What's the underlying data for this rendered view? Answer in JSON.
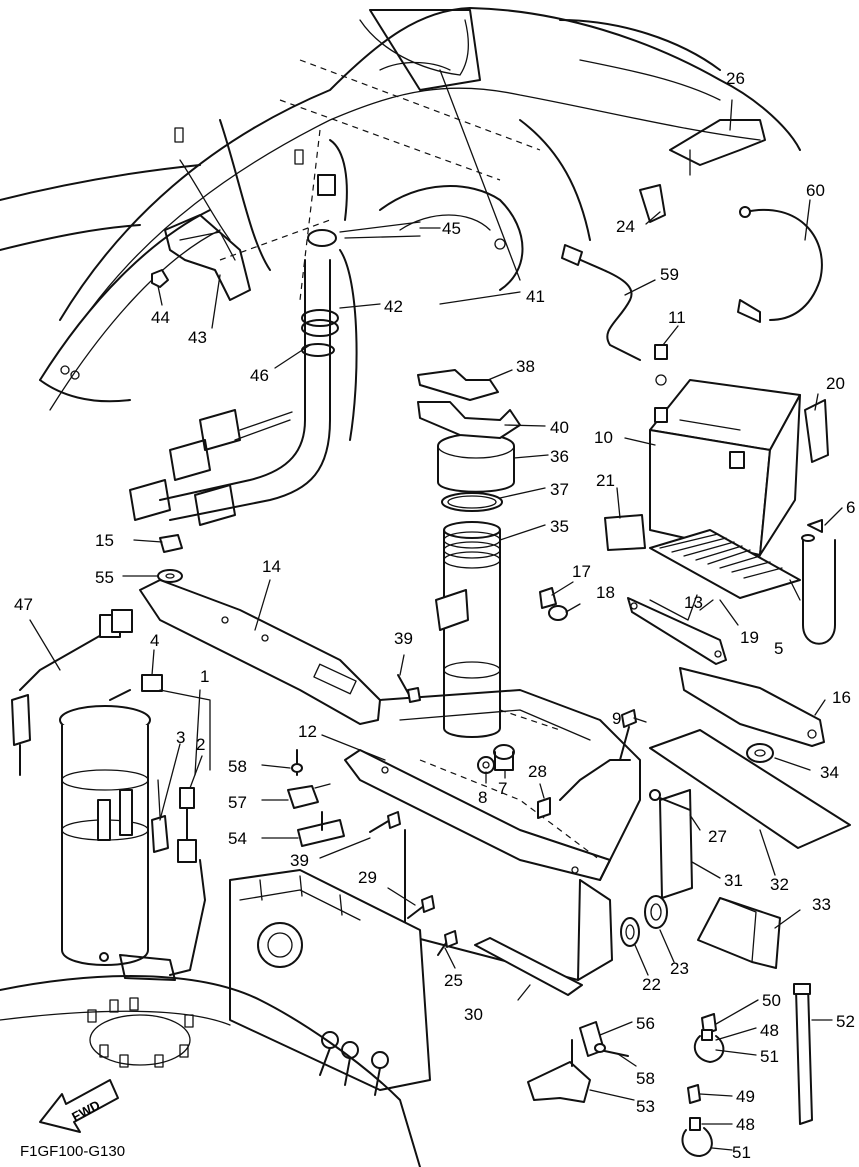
{
  "drawing_code": "F1GF100-G130",
  "fwd_label": "FWD",
  "callouts": {
    "c4": "4",
    "c1": "1",
    "c3": "3",
    "c2": "2",
    "c5": "5",
    "c6": "6",
    "c7": "7",
    "c8": "8",
    "c9": "9",
    "c10": "10",
    "c11": "11",
    "c12": "12",
    "c13": "13",
    "c14": "14",
    "c15": "15",
    "c16": "16",
    "c17": "17",
    "c18": "18",
    "c19": "19",
    "c20": "20",
    "c21": "21",
    "c22": "22",
    "c23": "23",
    "c24": "24",
    "c25": "25",
    "c26": "26",
    "c27": "27",
    "c28": "28",
    "c29": "29",
    "c30": "30",
    "c31": "31",
    "c32": "32",
    "c33": "33",
    "c34": "34",
    "c35": "35",
    "c36": "36",
    "c37": "37",
    "c38": "38",
    "c39a": "39",
    "c39b": "39",
    "c40": "40",
    "c41": "41",
    "c42": "42",
    "c43": "43",
    "c44": "44",
    "c45": "45",
    "c46": "46",
    "c47": "47",
    "c48a": "48",
    "c48b": "48",
    "c49": "49",
    "c50": "50",
    "c51a": "51",
    "c51b": "51",
    "c52": "52",
    "c53": "53",
    "c54": "54",
    "c55": "55",
    "c56": "56",
    "c57": "57",
    "c58a": "58",
    "c58b": "58",
    "c59": "59",
    "c60": "60"
  },
  "colors": {
    "ink": "#111111",
    "paper": "#ffffff"
  }
}
